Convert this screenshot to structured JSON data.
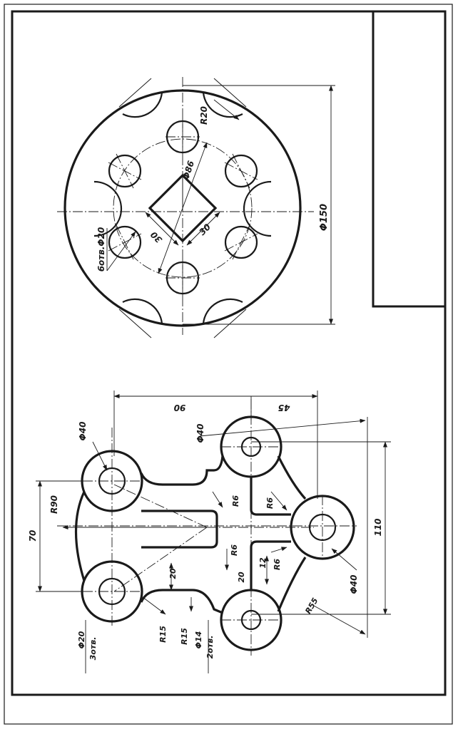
{
  "drawing": {
    "flange": {
      "dim_outer_diameter": "Φ150",
      "dim_bolt_circle": "Φ86",
      "dim_notch_radius": "R20",
      "dim_holes": "6отв.Φ20",
      "dim_square_a": "30",
      "dim_square_b": "30"
    },
    "plate": {
      "dim_top_90": "90",
      "dim_top_45": "45",
      "dim_hole_d40_top": "Φ40",
      "dim_hole_d40_left": "Φ40",
      "dim_hole_d40_right": "Φ40",
      "dim_r90": "R90",
      "dim_70": "70",
      "dim_110": "110",
      "dim_r6_a": "R6",
      "dim_r6_b": "R6",
      "dim_r6_c": "R6",
      "dim_r6_d": "R6",
      "dim_20_a": "20",
      "dim_20_b": "20",
      "dim_12": "12",
      "dim_r55": "R55",
      "dim_r15_a": "R15",
      "dim_r15_b": "R15",
      "dim_d14": "Φ14",
      "dim_d14_count": "2отв.",
      "dim_d20": "Φ20",
      "dim_d20_count": "3отв."
    }
  }
}
